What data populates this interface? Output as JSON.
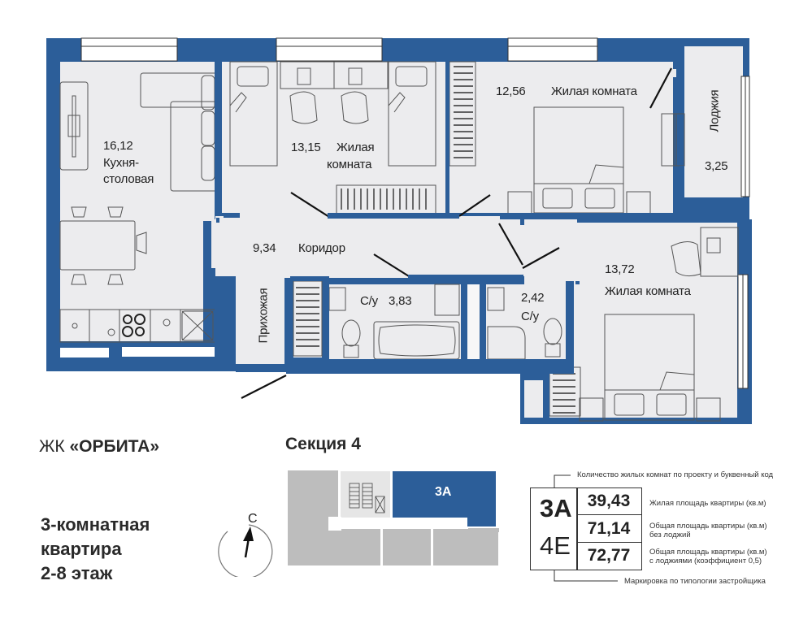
{
  "colors": {
    "wall": "#2c5e99",
    "floor": "#ececee",
    "furniture_line": "#555555",
    "section_gray": "#bdbdbd",
    "section_light": "#e6e6e6",
    "highlight": "#2c5e99"
  },
  "rooms": [
    {
      "id": "kitchen",
      "area": "16,12",
      "name_line1": "Кухня-",
      "name_line2": "столовая"
    },
    {
      "id": "bedroom1",
      "area": "13,15",
      "name_line1": "Жилая",
      "name_line2": "комната"
    },
    {
      "id": "bedroom2",
      "area": "12,56",
      "name": "Жилая комната"
    },
    {
      "id": "loggia",
      "area": "3,25",
      "name": "Лоджия"
    },
    {
      "id": "corridor",
      "area": "9,34",
      "name": "Коридор"
    },
    {
      "id": "hallway",
      "name": "Прихожая"
    },
    {
      "id": "bathroom1",
      "name": "С/у",
      "area": "3,83"
    },
    {
      "id": "bathroom2",
      "area": "2,42",
      "name": "С/у"
    },
    {
      "id": "bedroom3",
      "area": "13,72",
      "name": "Жилая комната"
    }
  ],
  "complex": {
    "prefix": "ЖК",
    "name": "«ОРБИТА»"
  },
  "apartment": {
    "line1": "3-комнатная",
    "line2": "квартира",
    "line3": "2-8 этаж"
  },
  "compass": {
    "label": "С",
    "icon": "north-arrow-icon"
  },
  "section": {
    "title": "Секция 4",
    "unit_label": "3А"
  },
  "legend": {
    "top_note": "Количество жилых комнат по проекту и буквенный код",
    "code_top": "3А",
    "code_bottom": "4Е",
    "living_area": "39,43",
    "total_area": "71,14",
    "total_area_loggia": "72,77",
    "living_area_note": "Жилая площадь квартиры (кв.м)",
    "total_area_note_1": "Общая площадь квартиры (кв.м)",
    "total_area_note_2": "без лоджий",
    "total_loggia_note_1": "Общая площадь квартиры (кв.м)",
    "total_loggia_note_2": "с лоджиями (коэффициент 0,5)",
    "bottom_note": "Маркировка по типологии застройщика"
  }
}
